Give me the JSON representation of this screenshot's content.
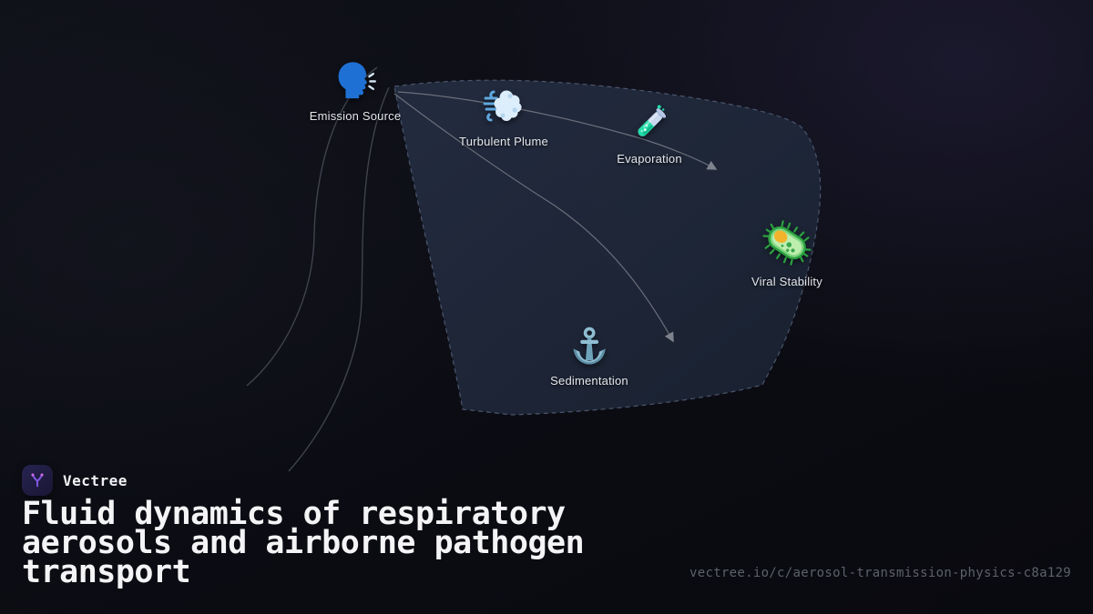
{
  "brand": {
    "name": "Vectree"
  },
  "title": {
    "lines": [
      "Fluid dynamics of respiratory",
      "aerosols and airborne pathogen",
      "transport"
    ]
  },
  "footer": {
    "share_url": "vectree.io/c/aerosol-transmission-physics-c8a129"
  },
  "diagram": {
    "nodes": [
      {
        "label": "Emission Source",
        "icon": "speaking-head-icon"
      },
      {
        "label": "Turbulent Plume",
        "icon": "wind-plume-icon"
      },
      {
        "label": "Evaporation",
        "icon": "test-tube-icon"
      },
      {
        "label": "Viral Stability",
        "icon": "microbe-icon"
      },
      {
        "label": "Sedimentation",
        "icon": "anchor-icon"
      }
    ],
    "colors": {
      "head_blue": "#1f70d4",
      "plume_blue": "#dcedfb",
      "tube_teal": "#23dcaa",
      "microbe_green": "#7ed47f",
      "microbe_orange": "#f3b42b",
      "anchor_blue": "#8fbdd1",
      "accent_purple": "#8b5cf6",
      "region_fill": "#212a3c",
      "region_border": "#4d5870",
      "flow_line_gray": "#6a6f7a"
    }
  }
}
